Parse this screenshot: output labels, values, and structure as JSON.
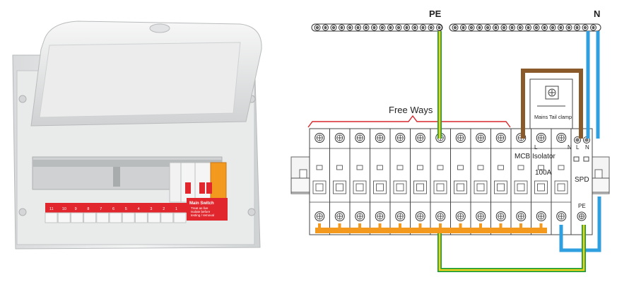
{
  "busbars": {
    "pe_label": "PE",
    "n_label": "N"
  },
  "free_ways_label": "Free Ways",
  "modules": {
    "mcb_label": "MCB",
    "isolator_label": "Isolator",
    "isolator_rating": "100A",
    "isolator_l": "L",
    "isolator_n": "N",
    "tail_clamp_label": "Mains Tail clamp",
    "spd_label": "SPD",
    "spd_l": "L",
    "spd_n": "N",
    "spd_pe": "PE"
  },
  "photo": {
    "main_switch_label": "Main Switch",
    "main_switch_sub": [
      "Treat as live",
      "Isolate before",
      "testing / removal"
    ],
    "way_numbers": [
      "11",
      "10",
      "9",
      "8",
      "7",
      "6",
      "5",
      "4",
      "3",
      "2",
      "1"
    ]
  },
  "colors": {
    "earth_green": "#1f9e3a",
    "earth_yellow": "#f2d21a",
    "neutral_blue": "#2f9fe0",
    "live_brown": "#8a5a2b",
    "comb_orange": "#f39a1e",
    "bracket_red": "#d9262b",
    "photo_red": "#e1262d"
  }
}
